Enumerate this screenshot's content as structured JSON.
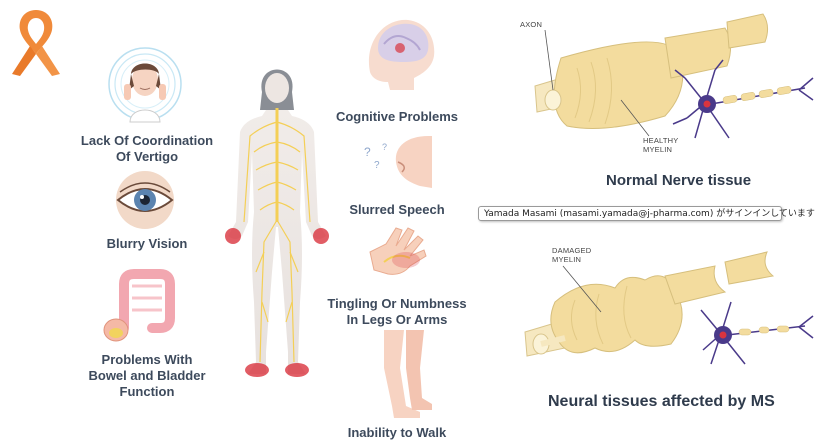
{
  "symptoms": {
    "coordination": "Lack Of Coordination\nOf Vertigo",
    "vision": "Blurry Vision",
    "bowel": "Problems With\nBowel and Bladder\nFunction",
    "cognitive": "Cognitive Problems",
    "speech": "Slurred Speech",
    "tingling": "Tingling Or Numbness\nIn Legs Or Arms",
    "walk": "Inability to Walk"
  },
  "nerve": {
    "axon_label": "AXON",
    "healthy_label": "HEALTHY\nMYELIN",
    "normal_title": "Normal Nerve tissue",
    "damaged_label": "DAMAGED\nMYELIN",
    "ms_title": "Neural tissues affected by MS"
  },
  "tooltip": "Yamada Masami (masami.yamada@j-pharma.com) がサインインしています",
  "colors": {
    "ribbon": "#f08a3a",
    "myelin": "#f3dc9e",
    "neuron": "#4a3a8a",
    "inflammation": "#d9343f",
    "skin": "#f6c9b4"
  }
}
